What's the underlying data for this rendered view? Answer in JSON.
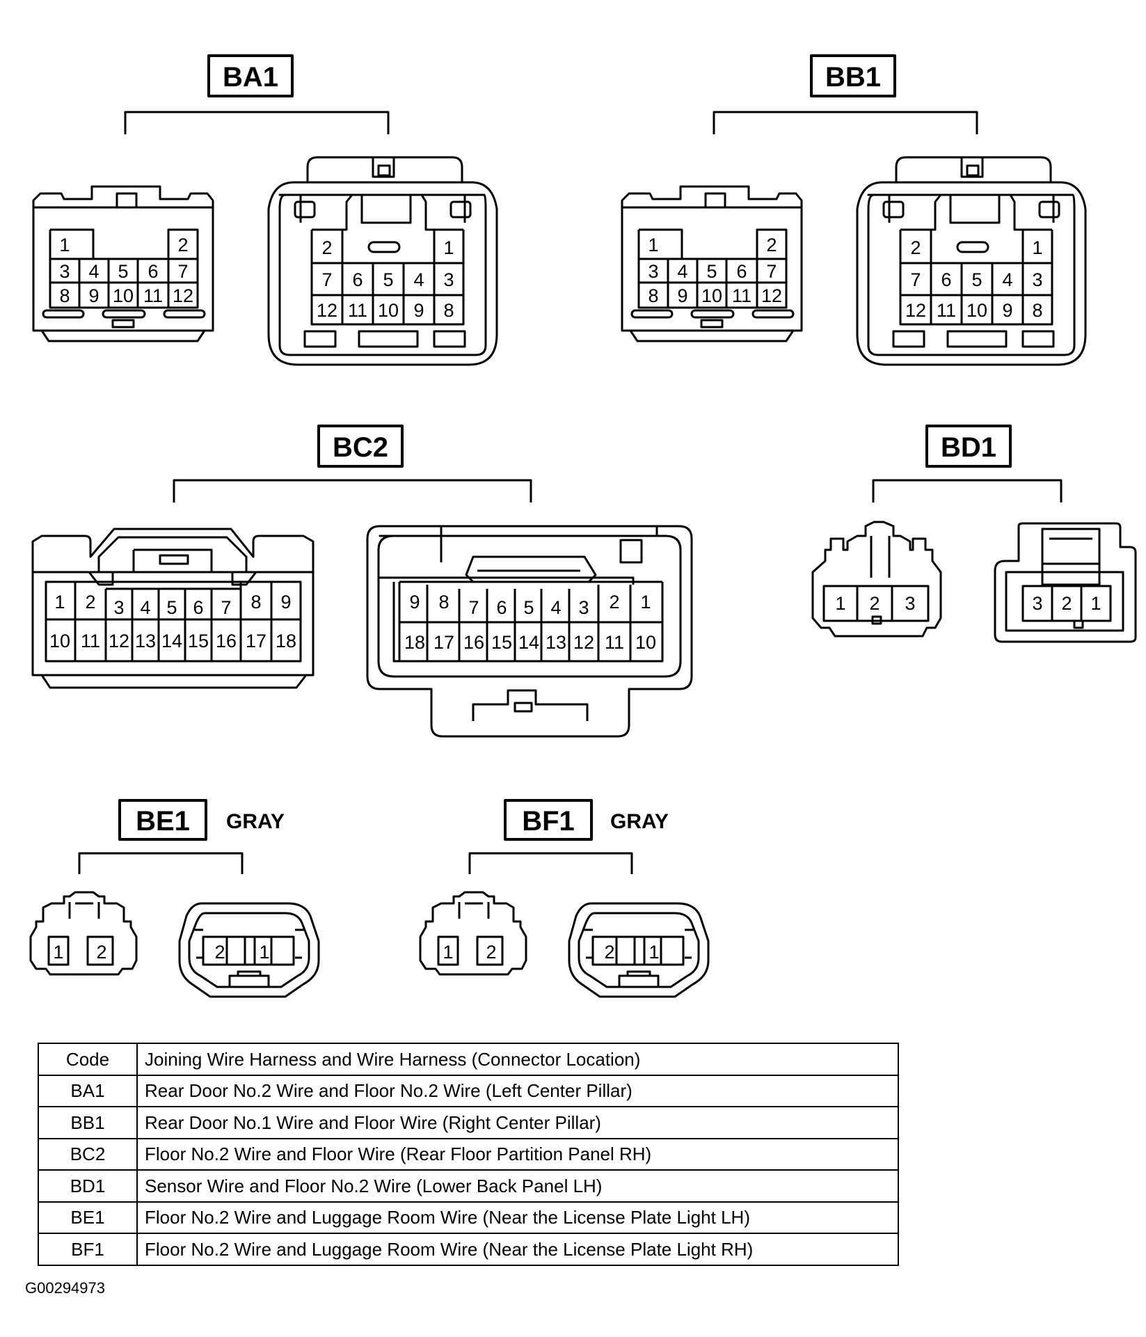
{
  "connectors": [
    {
      "code": "BA1",
      "color": "",
      "male_pins": [
        [
          "1",
          "2"
        ],
        [
          "3",
          "4",
          "5",
          "6",
          "7"
        ],
        [
          "8",
          "9",
          "10",
          "11",
          "12"
        ]
      ],
      "female_pins": [
        [
          "2",
          "1"
        ],
        [
          "7",
          "6",
          "5",
          "4",
          "3"
        ],
        [
          "12",
          "11",
          "10",
          "9",
          "8"
        ]
      ]
    },
    {
      "code": "BB1",
      "color": "",
      "male_pins": [
        [
          "1",
          "2"
        ],
        [
          "3",
          "4",
          "5",
          "6",
          "7"
        ],
        [
          "8",
          "9",
          "10",
          "11",
          "12"
        ]
      ],
      "female_pins": [
        [
          "2",
          "1"
        ],
        [
          "7",
          "6",
          "5",
          "4",
          "3"
        ],
        [
          "12",
          "11",
          "10",
          "9",
          "8"
        ]
      ]
    },
    {
      "code": "BC2",
      "color": "",
      "male_pins": [
        [
          "1",
          "2",
          "3",
          "4",
          "5",
          "6",
          "7",
          "8",
          "9"
        ],
        [
          "10",
          "11",
          "12",
          "13",
          "14",
          "15",
          "16",
          "17",
          "18"
        ]
      ],
      "female_pins": [
        [
          "9",
          "8",
          "7",
          "6",
          "5",
          "4",
          "3",
          "2",
          "1"
        ],
        [
          "18",
          "17",
          "16",
          "15",
          "14",
          "13",
          "12",
          "11",
          "10"
        ]
      ]
    },
    {
      "code": "BD1",
      "color": "",
      "male_pins": [
        [
          "1",
          "2",
          "3"
        ]
      ],
      "female_pins": [
        [
          "3",
          "2",
          "1"
        ]
      ]
    },
    {
      "code": "BE1",
      "color": "GRAY",
      "male_pins": [
        [
          "1",
          "2"
        ]
      ],
      "female_pins": [
        [
          "2",
          "1"
        ]
      ]
    },
    {
      "code": "BF1",
      "color": "GRAY",
      "male_pins": [
        [
          "1",
          "2"
        ]
      ],
      "female_pins": [
        [
          "2",
          "1"
        ]
      ]
    }
  ],
  "table": {
    "header": {
      "code": "Code",
      "description": "Joining Wire Harness and Wire Harness (Connector Location)"
    },
    "rows": [
      {
        "code": "BA1",
        "description": "Rear Door No.2 Wire and Floor No.2 Wire (Left Center Pillar)"
      },
      {
        "code": "BB1",
        "description": "Rear Door No.1 Wire and Floor Wire (Right Center Pillar)"
      },
      {
        "code": "BC2",
        "description": "Floor No.2 Wire and Floor Wire (Rear Floor Partition Panel RH)"
      },
      {
        "code": "BD1",
        "description": "Sensor Wire and Floor No.2 Wire (Lower Back Panel LH)"
      },
      {
        "code": "BE1",
        "description": "Floor No.2 Wire and Luggage Room Wire (Near the License Plate Light LH)"
      },
      {
        "code": "BF1",
        "description": "Floor No.2 Wire and Luggage Room Wire (Near the License Plate Light RH)"
      }
    ]
  },
  "figure_id": "G00294973"
}
